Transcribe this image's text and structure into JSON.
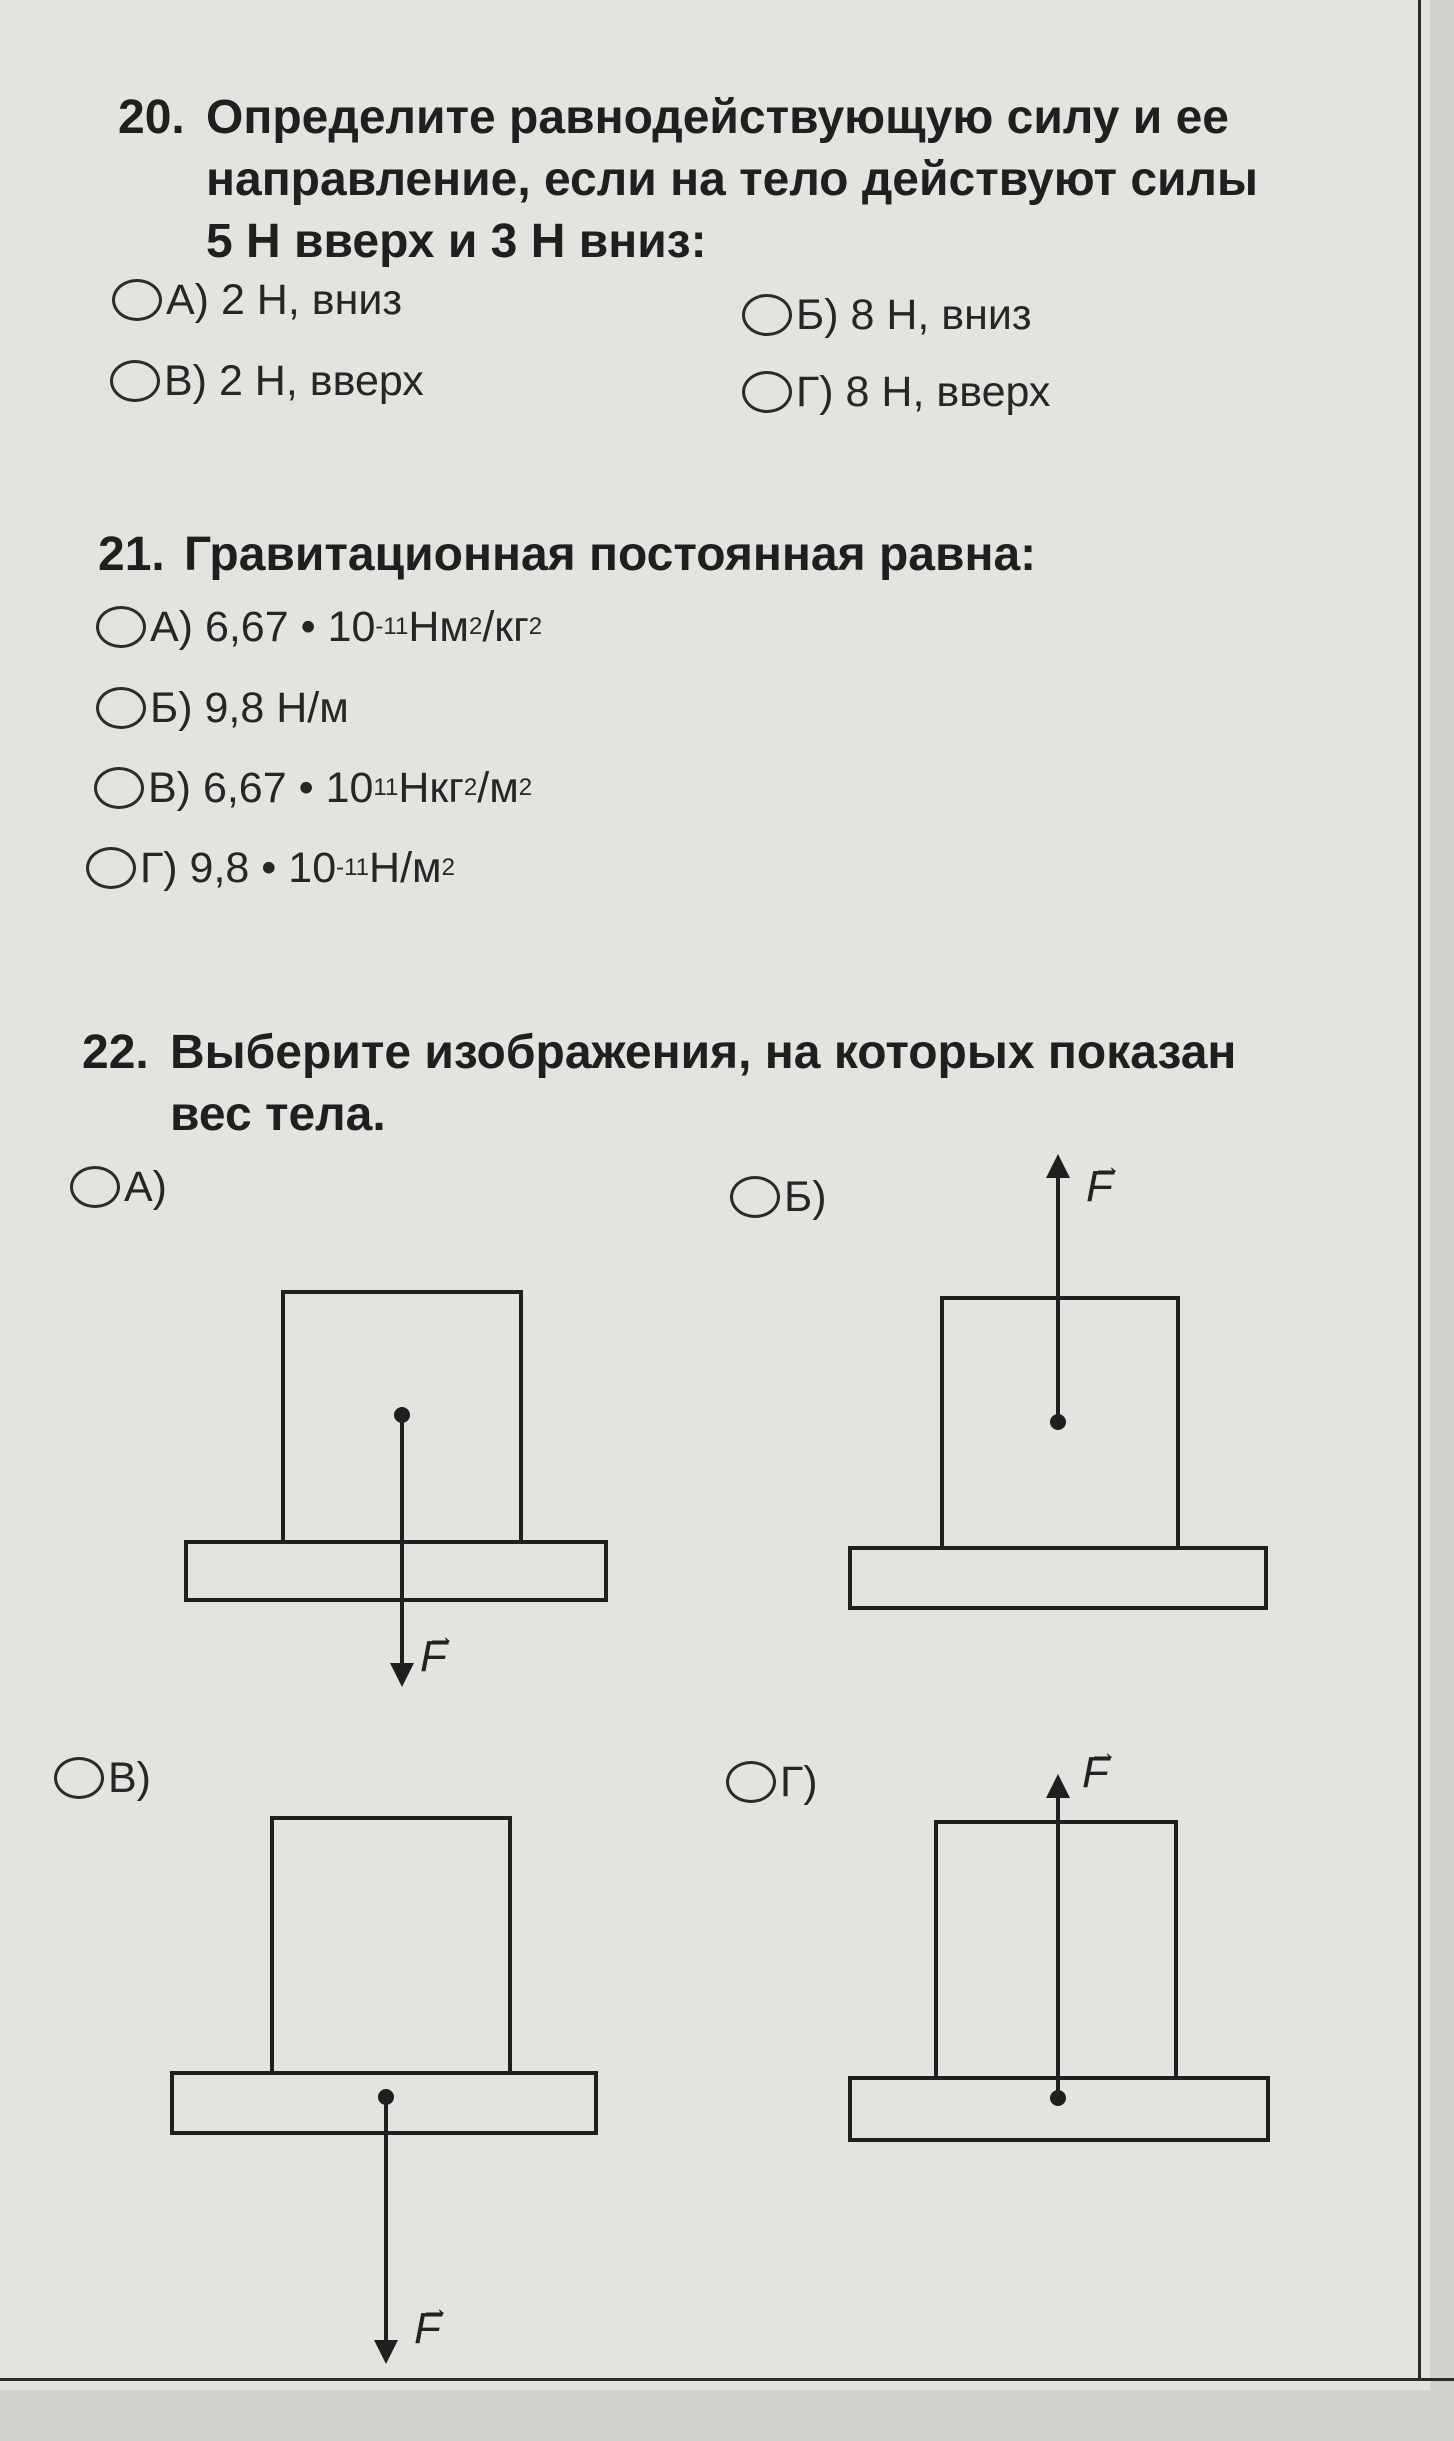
{
  "q20": {
    "number": "20.",
    "lines": [
      "Определите равнодействующую силу и ее",
      "направление, если на тело действуют силы",
      "5 Н вверх и 3 Н вниз:"
    ],
    "options": [
      "А) 2 Н, вниз",
      "Б) 8 Н, вниз",
      "В) 2 Н, вверх",
      "Г) 8 Н, вверх"
    ]
  },
  "q21": {
    "number": "21.",
    "text": "Гравитационная постоянная равна:",
    "options": [
      {
        "label": "А) 6,67 • 10",
        "exp": "-11",
        "unit": " Нм",
        "exp2": "2",
        "unit2": "/кг",
        "exp3": "2"
      },
      {
        "label": "Б) 9,8 Н/м"
      },
      {
        "label": "В) 6,67 • 10",
        "exp": "11",
        "unit": " Нкг",
        "exp2": "2",
        "unit2": "/м",
        "exp3": "2"
      },
      {
        "label": "Г) 9,8 • 10",
        "exp": "-11",
        "unit": " Н/м",
        "exp2": "2"
      }
    ]
  },
  "q22": {
    "number": "22.",
    "lines": [
      "Выберите изображения, на которых показан",
      "вес тела."
    ],
    "figures": [
      "А)",
      "Б)",
      "В)",
      "Г)"
    ],
    "force_label": "F"
  },
  "colors": {
    "paper": "#e4e3df",
    "ink": "#222222"
  }
}
